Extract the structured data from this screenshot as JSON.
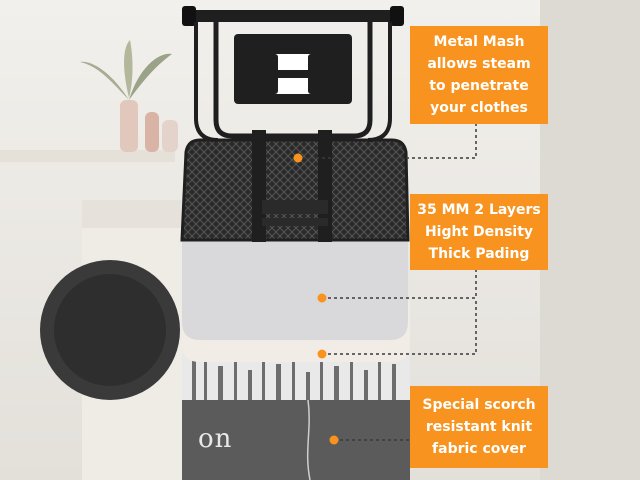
{
  "callouts": [
    {
      "lines": [
        "Metal Mash",
        "allows steam",
        "to penetrate",
        "your clothes"
      ]
    },
    {
      "lines": [
        "35 MM 2 Layers",
        "Hight Density",
        "Thick Pading"
      ]
    },
    {
      "lines": [
        "Special scorch",
        "resistant knit",
        "fabric cover"
      ]
    }
  ],
  "cover_text": "on",
  "colors": {
    "accent": "#f7931e",
    "frame": "#1f1f1f",
    "padding": "#d9d9db",
    "felt": "#f1ede6",
    "cover_base": "#4a4a4a"
  }
}
